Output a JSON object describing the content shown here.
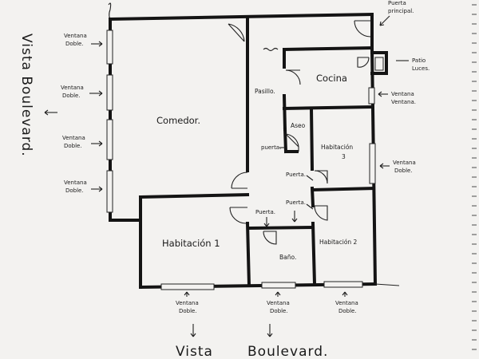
{
  "rooms": {
    "comedor": "Comedor.",
    "pasillo": "Pasillo.",
    "cocina": "Cocina",
    "aseo": "Aseo",
    "habitacion3_a": "Habitación",
    "habitacion3_b": "3",
    "habitacion1": "Habitación 1",
    "habitacion2": "Habitación 2",
    "bano": "Baño."
  },
  "labels": {
    "puerta_principal_a": "Puerta",
    "puerta_principal_b": "principal.",
    "patio_luces_a": "Patio",
    "patio_luces_b": "Luces.",
    "ventana_ventana_a": "Ventana",
    "ventana_ventana_b": "Ventana.",
    "ventana": "Ventana",
    "doble": "Doble.",
    "puerta": "Puerta.",
    "puerta_lower": "puerta."
  },
  "vista": {
    "left": "Vista Boulevard.",
    "bottom_a": "Vista",
    "bottom_b": "Boulevard."
  },
  "colors": {
    "paper": "#f3f2f0",
    "ink": "#141414",
    "binding": "#555555"
  }
}
